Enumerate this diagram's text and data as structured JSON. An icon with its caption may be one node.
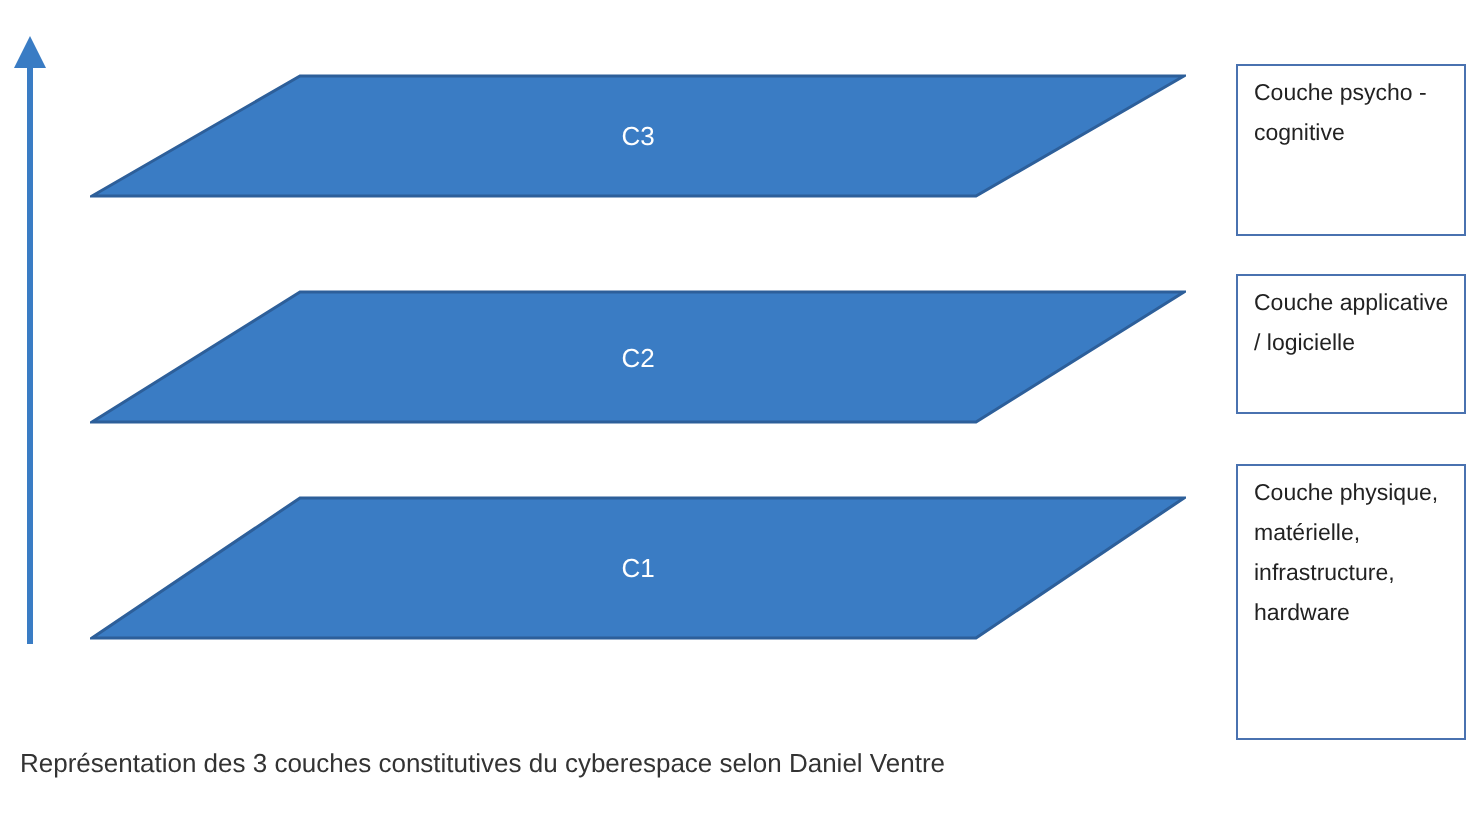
{
  "diagram": {
    "caption": "Représentation des 3 couches constitutives du cyberespace selon Daniel Ventre",
    "nodes": [
      {
        "text": [
          "C3"
        ]
      },
      {
        "text": [
          "Couche psycho -cognitive"
        ]
      },
      {
        "text": [
          "C2"
        ]
      },
      {
        "text": [
          "Couche applicative / logicielle"
        ]
      },
      {
        "text": [
          "C1"
        ]
      },
      {
        "text": [
          "Couche physique, matérielle, infrastructure, hardware"
        ]
      }
    ]
  }
}
